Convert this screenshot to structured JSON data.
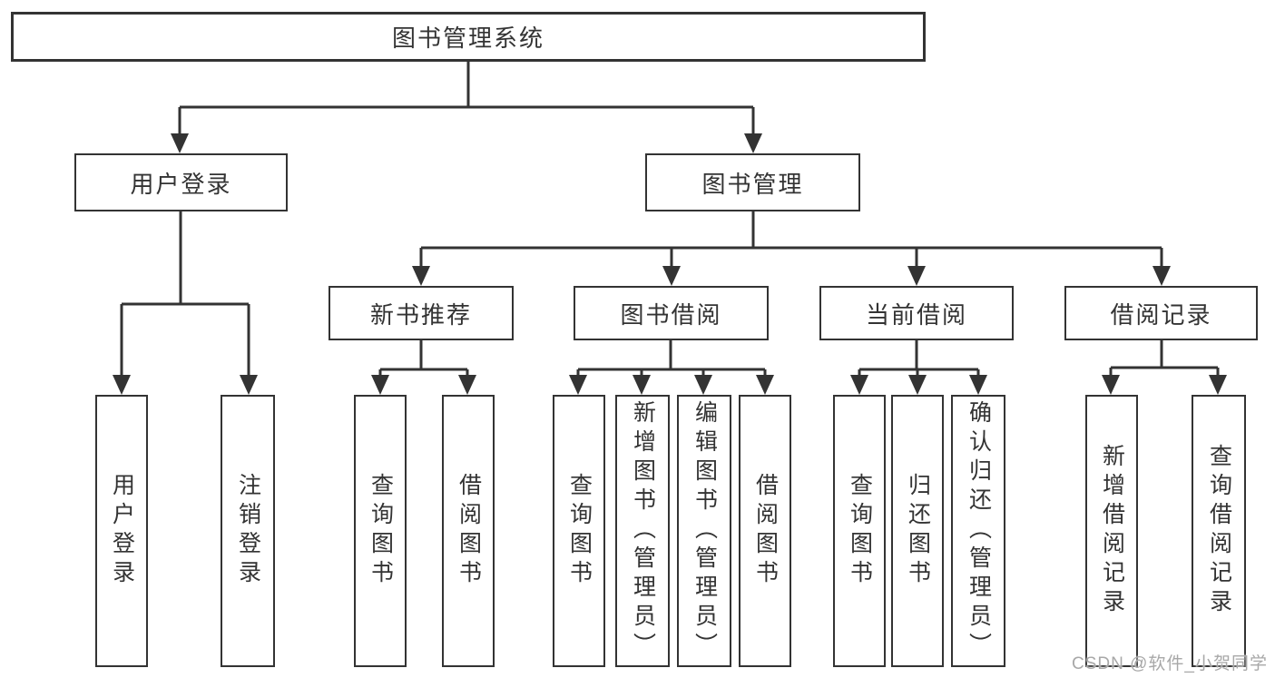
{
  "diagram": {
    "type": "hierarchy-tree",
    "colors": {
      "line": "#333333",
      "box_border": "#333333",
      "text": "#333333",
      "background": "#ffffff",
      "watermark": "#a8a8a8"
    }
  },
  "tree": {
    "root": {
      "label": "图书管理系统",
      "children": [
        {
          "label": "用户登录",
          "children": [
            {
              "label": "用户登录"
            },
            {
              "label": "注销登录"
            }
          ]
        },
        {
          "label": "图书管理",
          "children": [
            {
              "label": "新书推荐",
              "children": [
                {
                  "label": "查询图书"
                },
                {
                  "label": "借阅图书"
                }
              ]
            },
            {
              "label": "图书借阅",
              "children": [
                {
                  "label": "查询图书"
                },
                {
                  "label": "新增图书（管理员）"
                },
                {
                  "label": "编辑图书（管理员）"
                },
                {
                  "label": "借阅图书"
                }
              ]
            },
            {
              "label": "当前借阅",
              "children": [
                {
                  "label": "查询图书"
                },
                {
                  "label": "归还图书"
                },
                {
                  "label": "确认归还（管理员）"
                }
              ]
            },
            {
              "label": "借阅记录",
              "children": [
                {
                  "label": "新增借阅记录"
                },
                {
                  "label": "查询借阅记录"
                }
              ]
            }
          ]
        }
      ]
    }
  },
  "watermark": {
    "text": "CSDN @软件_小贺同学"
  }
}
